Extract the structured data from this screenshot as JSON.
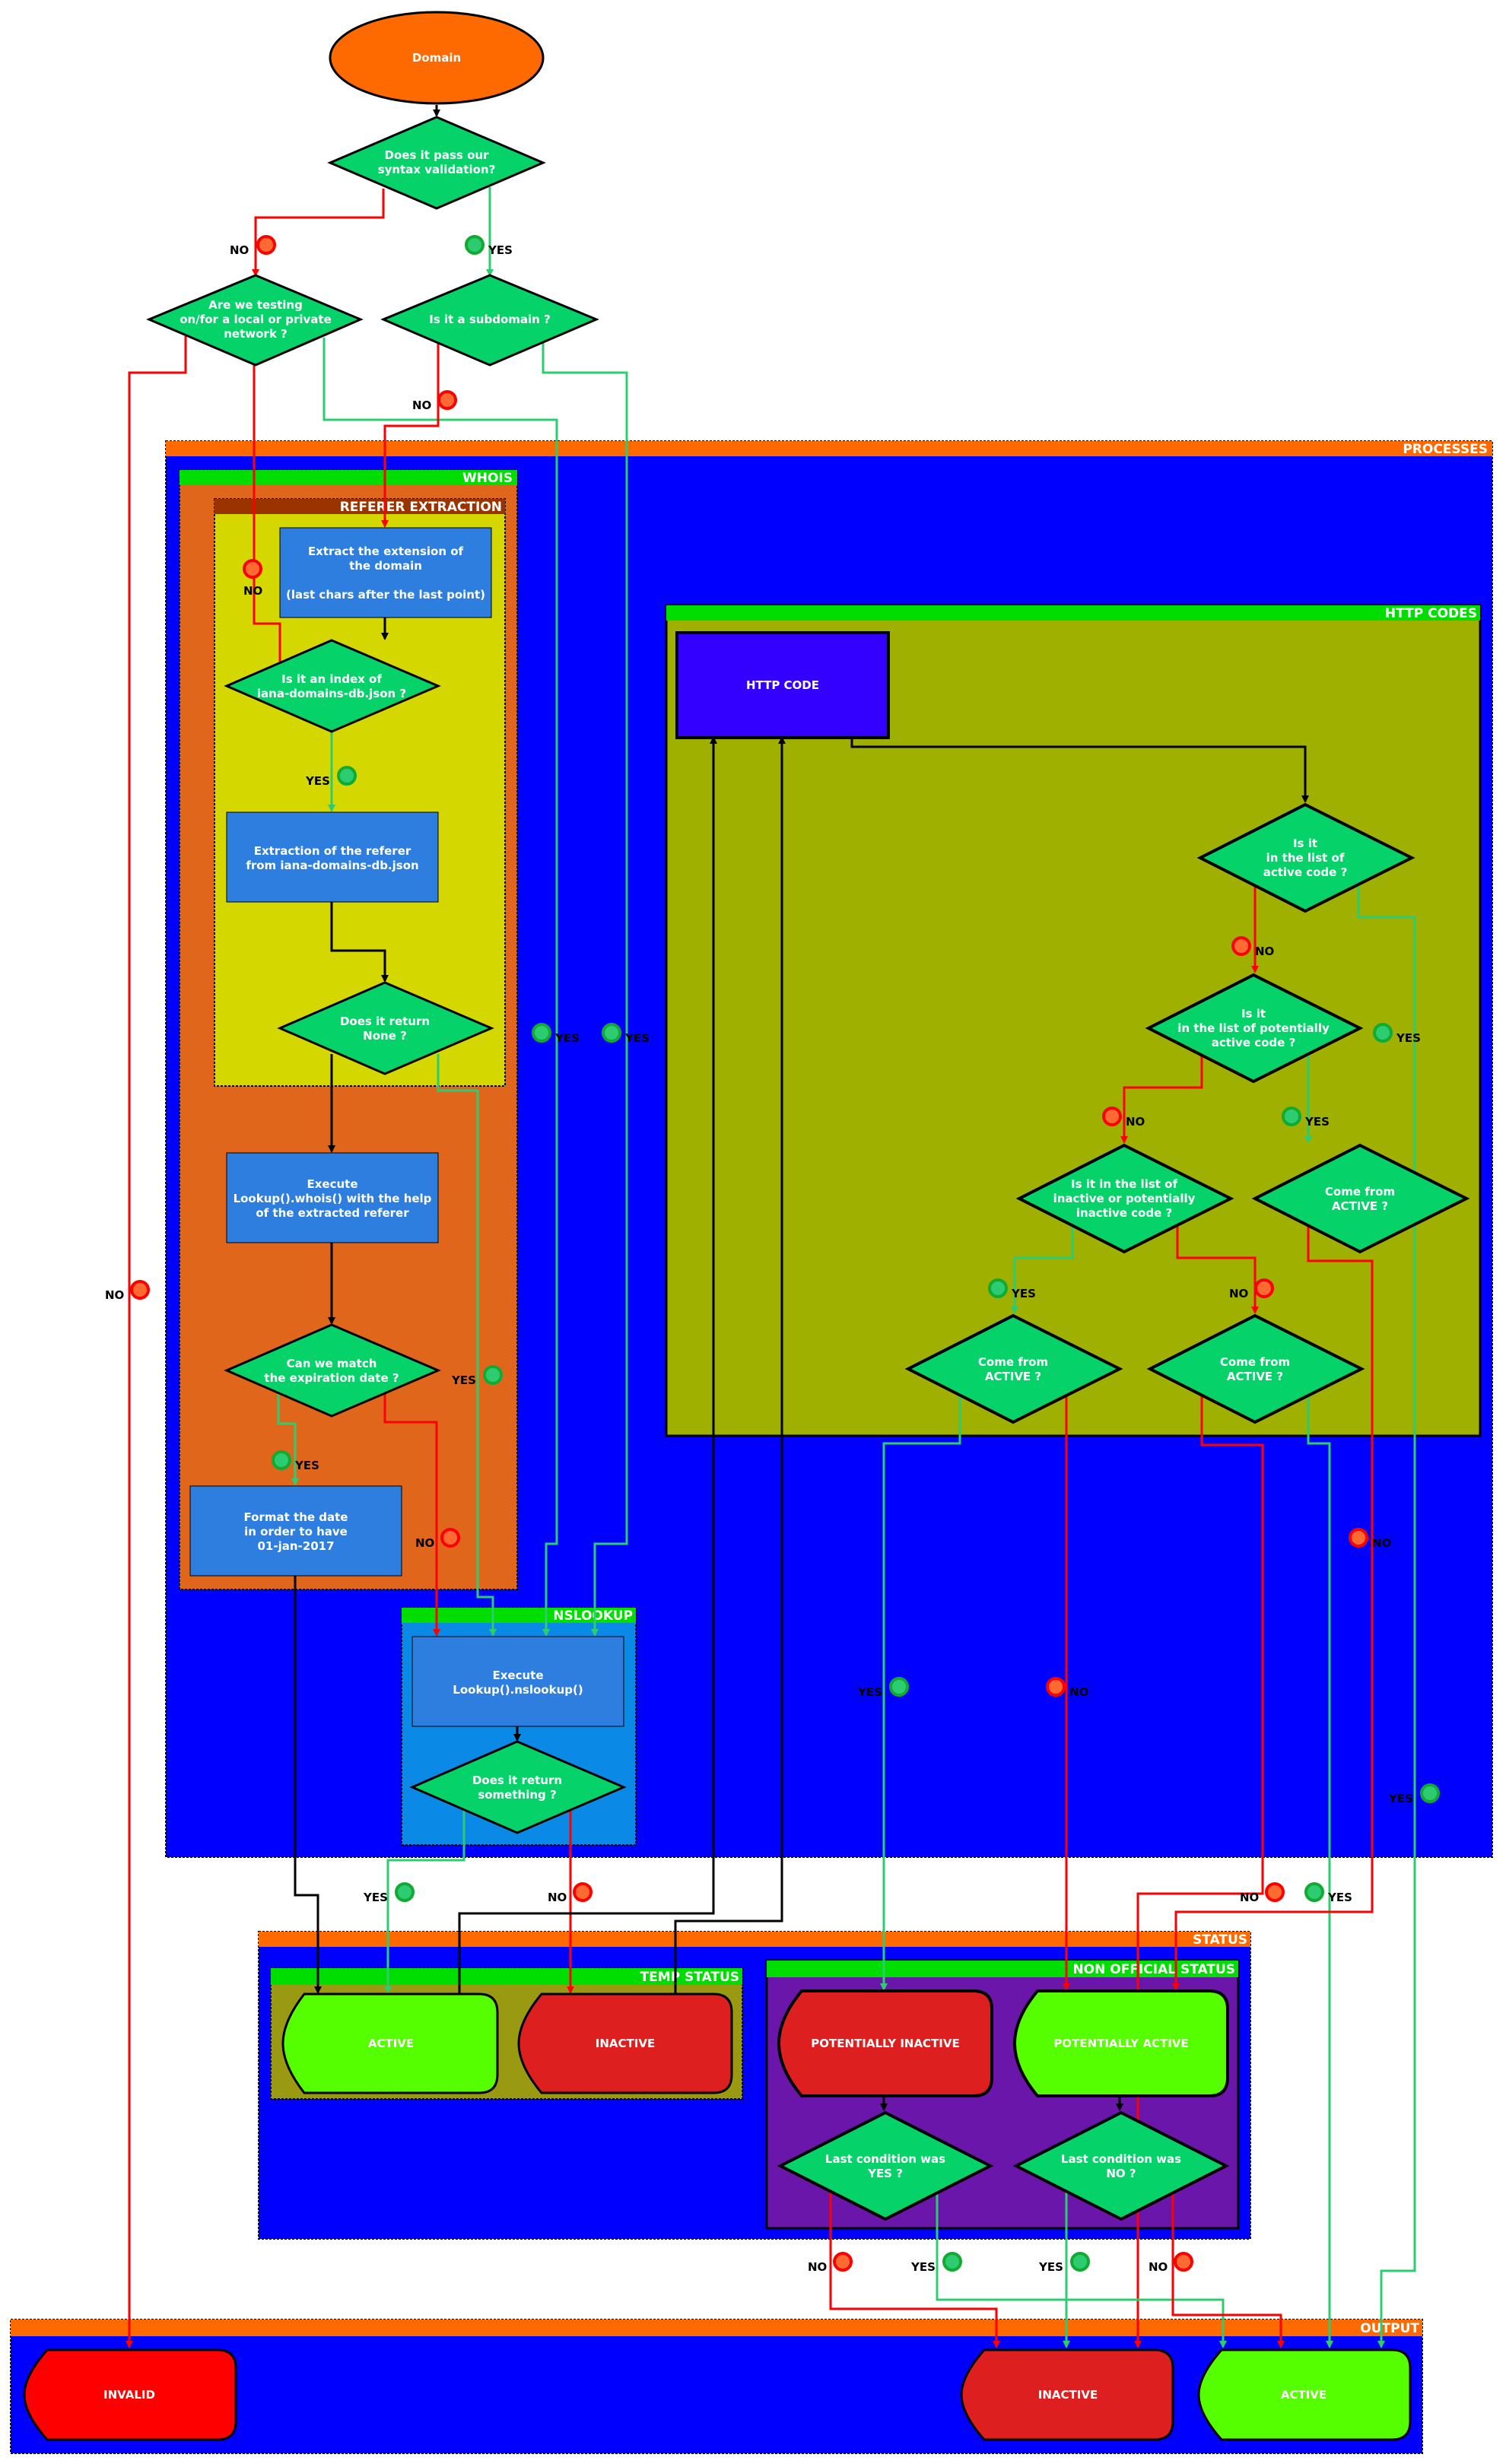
{
  "diagram": {
    "start": "Domain",
    "groups": {
      "processes": "PROCESSES",
      "whois": "WHOIS",
      "referer_extraction": "REFERER EXTRACTION",
      "http_codes": "HTTP CODES",
      "nslookup": "NSLOOKUP",
      "status": "STATUS",
      "temp_status": "TEMP STATUS",
      "non_official_status": "NON OFFICIAL STATUS",
      "output": "OUTPUT"
    },
    "nodes": {
      "syntax_validation": [
        "Does it pass our",
        "syntax validation?"
      ],
      "local_network": [
        "Are we testing",
        "on/for a local or private",
        "network ?"
      ],
      "subdomain": [
        "Is it a subdomain ?"
      ],
      "extract_extension": [
        "Extract the extension of",
        "the domain",
        "",
        "(last chars after the last point)"
      ],
      "iana_index": [
        "Is it an index of",
        "iana-domains-db.json ?"
      ],
      "extract_referer": [
        "Extraction of the referer",
        "from iana-domains-db.json"
      ],
      "return_none": [
        "Does it return",
        "None ?"
      ],
      "execute_whois": [
        "Execute",
        "Lookup().whois() with the help",
        "of the extracted referer"
      ],
      "match_expiration": [
        "Can we match",
        "the expiration date ?"
      ],
      "format_date": [
        "Format the date",
        "in order to have",
        "01-jan-2017"
      ],
      "execute_nslookup": [
        "Execute",
        "Lookup().nslookup()"
      ],
      "return_something": [
        "Does it return",
        "something ?"
      ],
      "http_code": [
        "HTTP CODE"
      ],
      "active_code": [
        "Is it",
        "in the list of",
        "active code ?"
      ],
      "potentially_active_code": [
        "Is it",
        "in the list of potentially",
        "active code ?"
      ],
      "inactive_code": [
        "Is it in the list of",
        "inactive or potentially",
        "inactive code ?"
      ],
      "come_from_active_right": [
        "Come from",
        "ACTIVE ?"
      ],
      "come_from_active_left": [
        "Come from",
        "ACTIVE ?"
      ],
      "come_from_active_mid": [
        "Come from",
        "ACTIVE ?"
      ],
      "temp_active": [
        "ACTIVE"
      ],
      "temp_inactive": [
        "INACTIVE"
      ],
      "potentially_inactive": [
        "POTENTIALLY INACTIVE"
      ],
      "potentially_active": [
        "POTENTIALLY ACTIVE"
      ],
      "last_yes": [
        "Last condition was",
        "YES ?"
      ],
      "last_no": [
        "Last condition was",
        "NO ?"
      ],
      "out_invalid": [
        "INVALID"
      ],
      "out_inactive": [
        "INACTIVE"
      ],
      "out_active": [
        "ACTIVE"
      ]
    },
    "edge_labels": {
      "yes": "YES",
      "no": "NO"
    },
    "colors": {
      "yes_edge": "#2ecc71",
      "no_edge": "#ff0000",
      "plain_edge": "#000000",
      "decision": "#05d36a",
      "process": "#2e7ee0",
      "start": "#ff6a00",
      "container": "#0000ff",
      "header": "#ff6a00",
      "whois_body": "#e0661c",
      "referer_body": "#d4d800",
      "http_body": "#9fb000",
      "nslookup_body": "#0a8ae6",
      "temp_body": "#9a9a12",
      "nonofficial_body": "#6a16aa",
      "active": "#55ff00",
      "inactive": "#dd1f1f",
      "invalid": "#ff0000",
      "http_code_box": "#3300ff"
    }
  }
}
